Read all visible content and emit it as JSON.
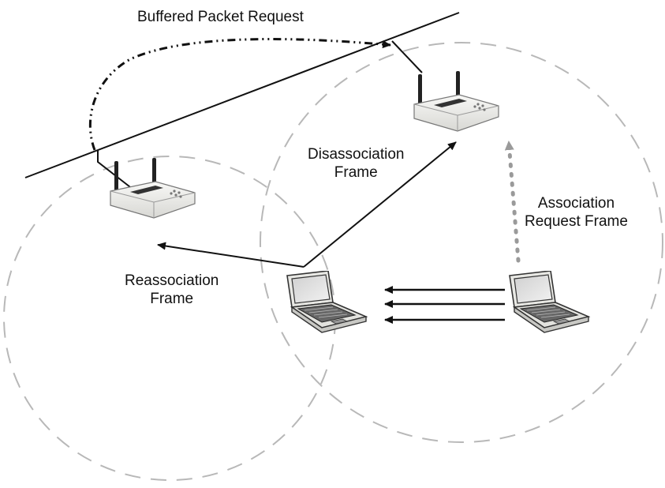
{
  "labels": {
    "buffered_packet_request": "Buffered Packet Request",
    "disassociation_frame": [
      "Disassociation",
      "Frame"
    ],
    "association_request_frame": [
      "Association",
      "Request Frame"
    ],
    "reassociation_frame": [
      "Reassociation",
      "Frame"
    ]
  },
  "devices": {
    "access_point_old": "wireless-access-point-icon",
    "access_point_new": "wireless-access-point-icon",
    "laptop_roaming": "laptop-icon",
    "laptop_original": "laptop-icon"
  },
  "colors": {
    "line": "#111111",
    "coverage": "#b8b8b8",
    "association_arrow": "#9a9a9a",
    "device_body": "#eeeeea"
  }
}
